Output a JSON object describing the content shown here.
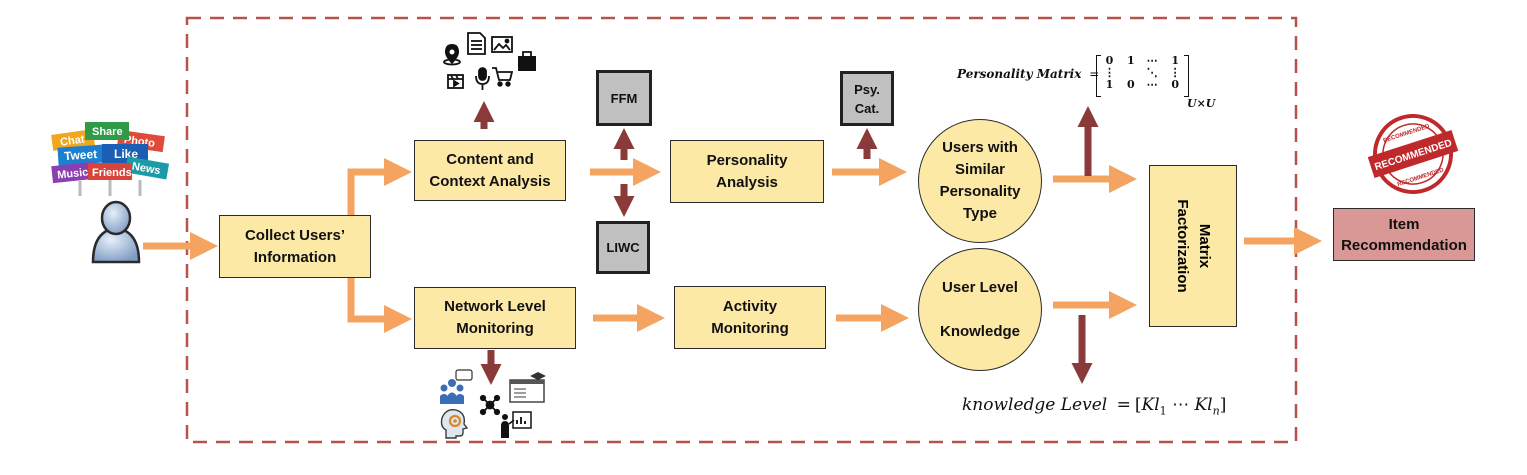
{
  "nodes": {
    "collect": "Collect Users’\nInformation",
    "content": "Content and\nContext Analysis",
    "network": "Network Level\nMonitoring",
    "personality": "Personality\nAnalysis",
    "activity": "Activity\nMonitoring",
    "similar": "Users with\nSimilar\nPersonality\nType",
    "userlevel": "User Level\n\nKnowledge",
    "matrix_factorization": "Matrix\nFactorization",
    "item_rec": "Item\nRecommendation",
    "ffm": "FFM",
    "liwc": "LIWC",
    "psy": "Psy.\nCat."
  },
  "social_signs": [
    "Share",
    "Chat",
    "Photo",
    "Tweet",
    "Like",
    "Music",
    "Friends",
    "News"
  ],
  "stamp": {
    "text": "RECOMMENDED"
  },
  "personality_matrix": {
    "label": "Personality Matrix",
    "equals": "=",
    "rows": [
      [
        "0",
        "1",
        "⋯",
        "1"
      ],
      [
        "⋮",
        "",
        "⋱",
        "⋮"
      ],
      [
        "1",
        "0",
        "⋯",
        "0"
      ]
    ],
    "size": "U×U"
  },
  "knowledge_level": {
    "label": "knowledge Level",
    "equals": "=",
    "open": "[",
    "first": "Kl",
    "first_sub": "1",
    "dots": "⋯",
    "last": "Kl",
    "last_sub": "n",
    "close": "]"
  },
  "colors": {
    "box_fill": "#fde9a6",
    "orange_arrow": "#f4a460",
    "red_arrow": "#8b3a3a",
    "dash_border": "#b5524b",
    "gray_box": "#c0c0c0",
    "recommendation": "#d99795",
    "stamp": "#c0292b"
  },
  "icons": {
    "content": [
      "location-pin-icon",
      "document-icon",
      "image-icon",
      "bag-icon",
      "video-icon",
      "microphone-icon",
      "cart-icon"
    ],
    "network": [
      "group-chat-icon",
      "education-icon",
      "network-icon",
      "gear-head-icon",
      "presentation-icon"
    ],
    "user": "user-avatar-icon"
  }
}
